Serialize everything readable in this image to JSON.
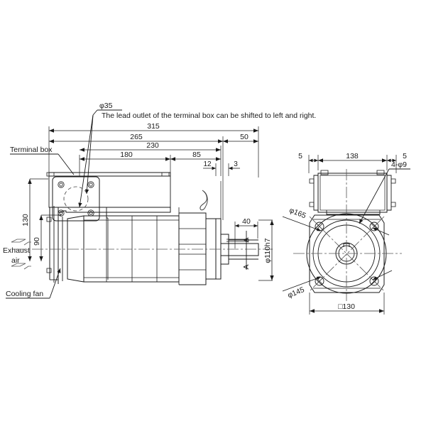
{
  "drawing": {
    "title": "Motor outline dimension drawing",
    "units": "mm",
    "line_color": "#1a1a1a",
    "center_line_color": "#4d4d4d",
    "hidden_line_color": "#555555"
  },
  "notes": {
    "lead_outlet_diameter": "φ35",
    "lead_outlet_note": "The lead outlet of the terminal box can be shifted to left and right."
  },
  "labels": {
    "terminal_box": "Terminal box",
    "exhaust_line1": "Exhaust",
    "exhaust_line2": "air",
    "cooling_fan": "Cooling fan",
    "section_mark_top": "A",
    "section_mark_bottom": "A"
  },
  "side_view": {
    "horizontal_dimensions": [
      {
        "name": "overall-length",
        "value": "315"
      },
      {
        "name": "length-to-flange-face",
        "value": "265"
      },
      {
        "name": "body-length",
        "value": "230"
      },
      {
        "name": "terminal-box-to-flange",
        "value": "180"
      },
      {
        "name": "rear-section",
        "value": "85"
      },
      {
        "name": "flange-step",
        "value": "12"
      },
      {
        "name": "flange-thickness",
        "value": "3"
      },
      {
        "name": "shaft-extension",
        "value": "50"
      },
      {
        "name": "shaft-key-length",
        "value": "40"
      }
    ],
    "vertical_dimensions": [
      {
        "name": "terminal-box-height",
        "value": "130"
      },
      {
        "name": "body-center-height",
        "value": "90"
      }
    ]
  },
  "front_view": {
    "horizontal_dimensions": [
      {
        "name": "terminal-box-left-tab",
        "value": "5"
      },
      {
        "name": "terminal-box-width",
        "value": "138"
      },
      {
        "name": "terminal-box-right-tab",
        "value": "5"
      },
      {
        "name": "flange-square",
        "value": "□130"
      }
    ],
    "vertical_dimensions": [
      {
        "name": "spigot-diameter",
        "value": "φ110h7"
      }
    ],
    "diagonal_dimensions": [
      {
        "name": "flange-outer-diameter",
        "value": "φ165"
      },
      {
        "name": "bolt-circle-diameter",
        "value": "φ145"
      }
    ],
    "hole_callout": {
      "name": "mounting-holes",
      "value": "4-φ9"
    }
  },
  "chart_data": {
    "type": "table",
    "title": "Motor outline dimensions",
    "categories": [
      "315",
      "265",
      "230",
      "180",
      "85",
      "50",
      "40",
      "12",
      "3",
      "130",
      "90",
      "138",
      "5",
      "□130",
      "φ110h7",
      "φ165",
      "φ145",
      "φ35",
      "4-φ9"
    ],
    "values": [
      315,
      265,
      230,
      180,
      85,
      50,
      40,
      12,
      3,
      130,
      90,
      138,
      5,
      130,
      110,
      165,
      145,
      35,
      9
    ]
  }
}
